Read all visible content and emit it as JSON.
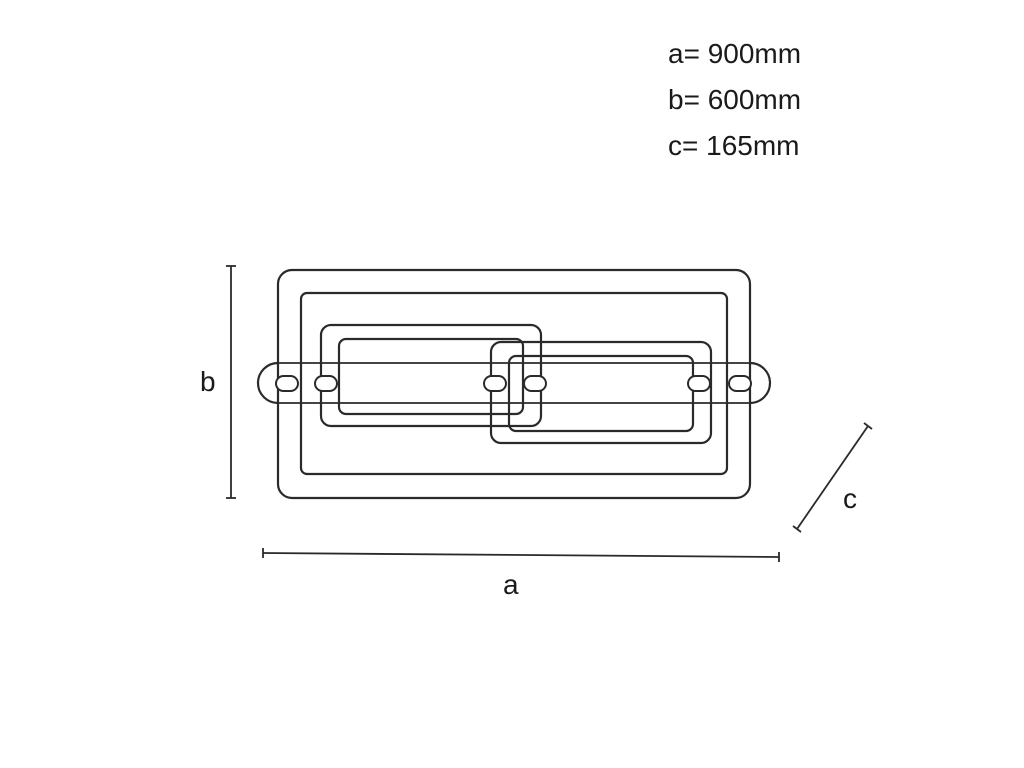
{
  "specs": [
    {
      "key": "a",
      "text": "a= 900mm"
    },
    {
      "key": "b",
      "text": "b= 600mm"
    },
    {
      "key": "c",
      "text": "c= 165mm"
    }
  ],
  "dimensions": {
    "width_label": "a",
    "height_label": "b",
    "depth_label": "c"
  }
}
